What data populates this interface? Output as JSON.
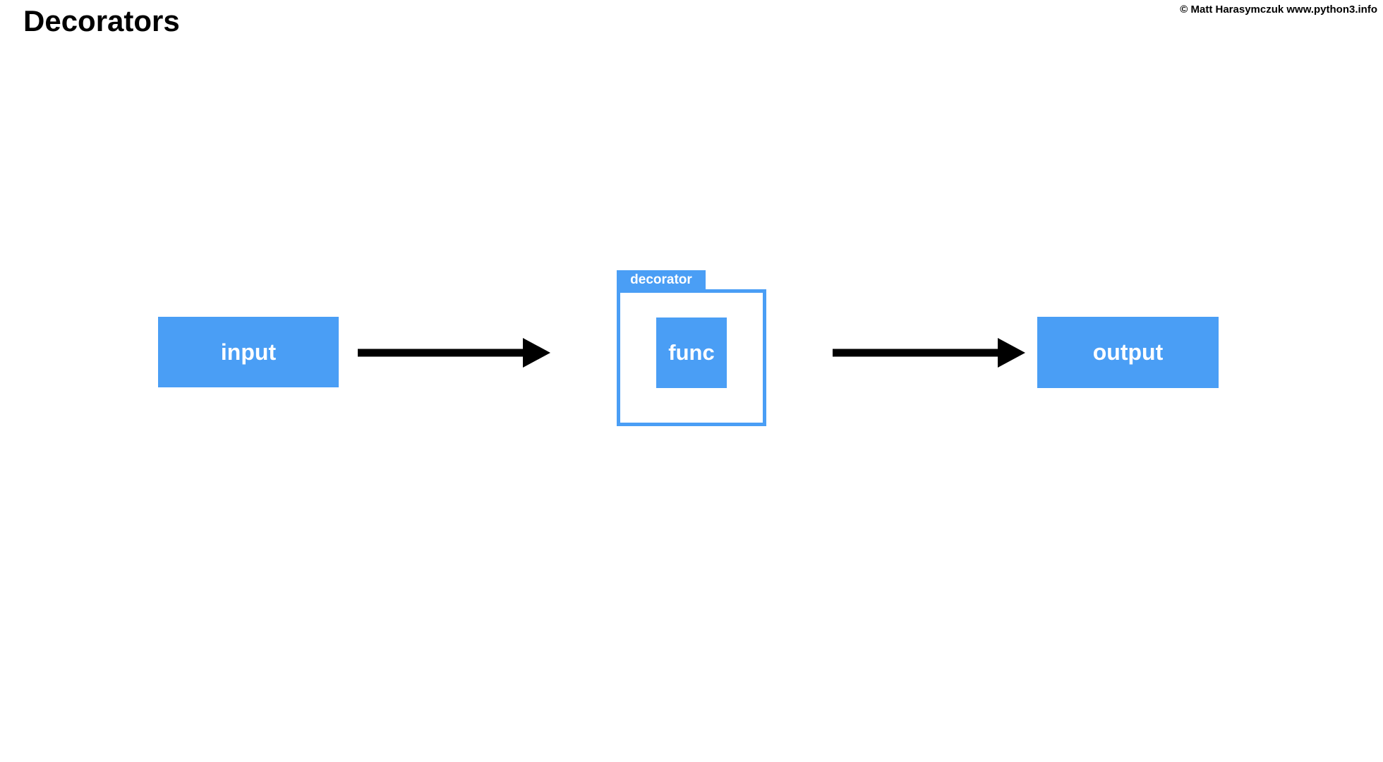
{
  "page": {
    "title": "Decorators",
    "copyright": "© Matt Harasymczuk www.python3.info"
  },
  "diagram": {
    "nodes": {
      "input": {
        "label": "input"
      },
      "decorator": {
        "label": "decorator"
      },
      "func": {
        "label": "func"
      },
      "output": {
        "label": "output"
      }
    },
    "flow": "input -> decorator(func) -> output",
    "colors": {
      "node_fill": "#4a9ef5",
      "node_text": "#ffffff",
      "arrow": "#000000",
      "container_border": "#4a9ef5",
      "container_fill": "#ffffff",
      "page_bg": "#ffffff"
    }
  }
}
